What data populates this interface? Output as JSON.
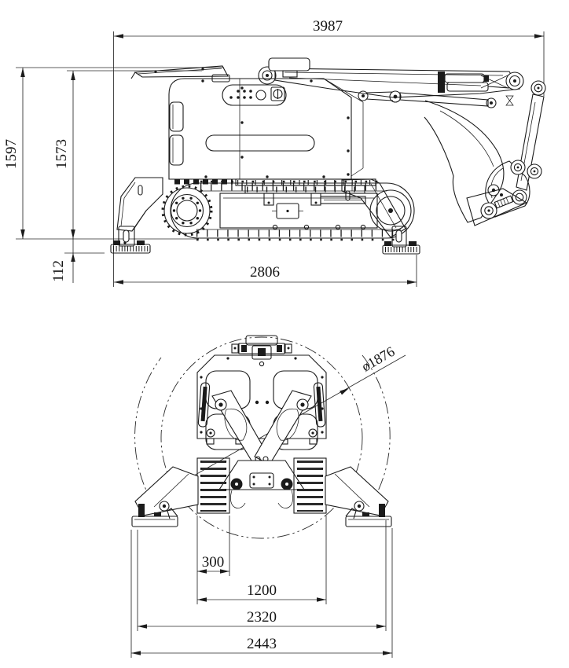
{
  "drawing": {
    "background": "#ffffff",
    "line_color": "#1b1b1b",
    "side_view": {
      "dims": {
        "overall_length": "3987",
        "overall_height": "1597",
        "body_height": "1573",
        "outrigger_drop": "112",
        "support_length": "2806"
      }
    },
    "top_view": {
      "dims": {
        "swing_diameter": "ø1876",
        "track_shoe_width": "300",
        "track_overall_width": "1200",
        "outrigger_support_span": "2320",
        "overall_width": "2443"
      }
    }
  }
}
